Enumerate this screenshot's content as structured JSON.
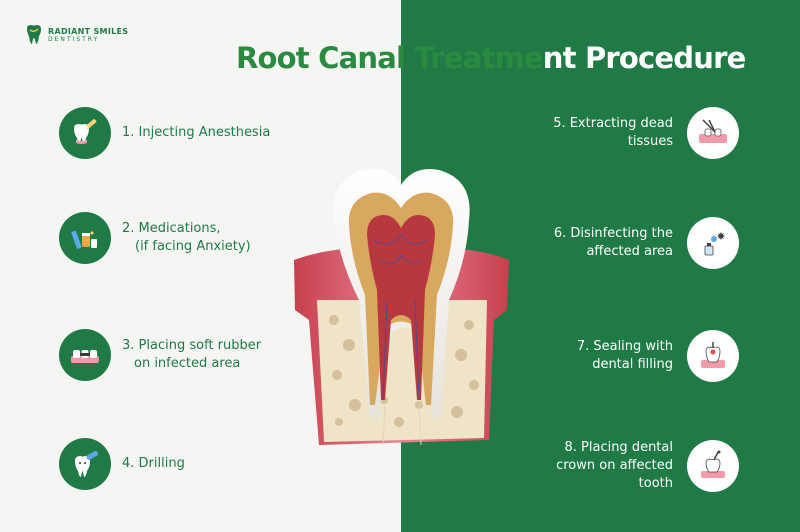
{
  "brand": {
    "name": "RADIANT SMILES",
    "sub": "DENTISTRY"
  },
  "title": {
    "part1": "Root Canal Treatme",
    "part2": "nt Procedure"
  },
  "steps_left": [
    {
      "line1": "1. Injecting Anesthesia",
      "line2": "",
      "icon": "anesthesia-syringe-icon"
    },
    {
      "line1": "2. Medications,",
      "line2": "(if facing Anxiety)",
      "icon": "medication-icon"
    },
    {
      "line1": "3. Placing soft rubber",
      "line2": "on infected area",
      "icon": "rubber-dam-icon"
    },
    {
      "line1": "4. Drilling",
      "line2": "",
      "icon": "drill-icon"
    }
  ],
  "steps_right": [
    {
      "line1": "5. Extracting dead",
      "line2": "tissues",
      "icon": "extraction-tools-icon"
    },
    {
      "line1": "6. Disinfecting the",
      "line2": "affected area",
      "icon": "disinfect-icon"
    },
    {
      "line1": "7. Sealing with",
      "line2": "dental filling",
      "icon": "filling-icon"
    },
    {
      "line1": "8. Placing dental",
      "line2": "crown on affected",
      "line3": "tooth",
      "icon": "crown-icon"
    }
  ],
  "colors": {
    "green": "#1f7a45",
    "title_green": "#2a8a3f",
    "light_bg": "#f5f5f3",
    "gum_pink": "#e07a8a"
  }
}
